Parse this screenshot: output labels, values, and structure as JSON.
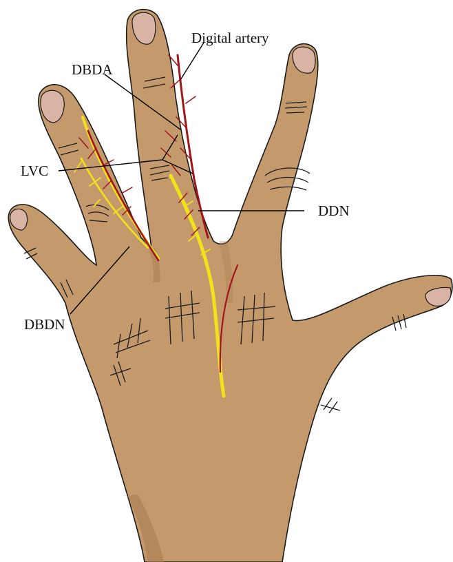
{
  "labels": {
    "digital_artery": "Digital artery",
    "dbda": "DBDA",
    "lvc": "LVC",
    "ddn": "DDN",
    "dbdn": "DBDN"
  },
  "colors": {
    "skin": "#c49a6c",
    "skin_shadow": "#a97e52",
    "nail": "#d9b4a4",
    "outline": "#1a1a1a",
    "artery": "#a0141a",
    "nerve": "#f2e21a",
    "leader": "#000000"
  }
}
